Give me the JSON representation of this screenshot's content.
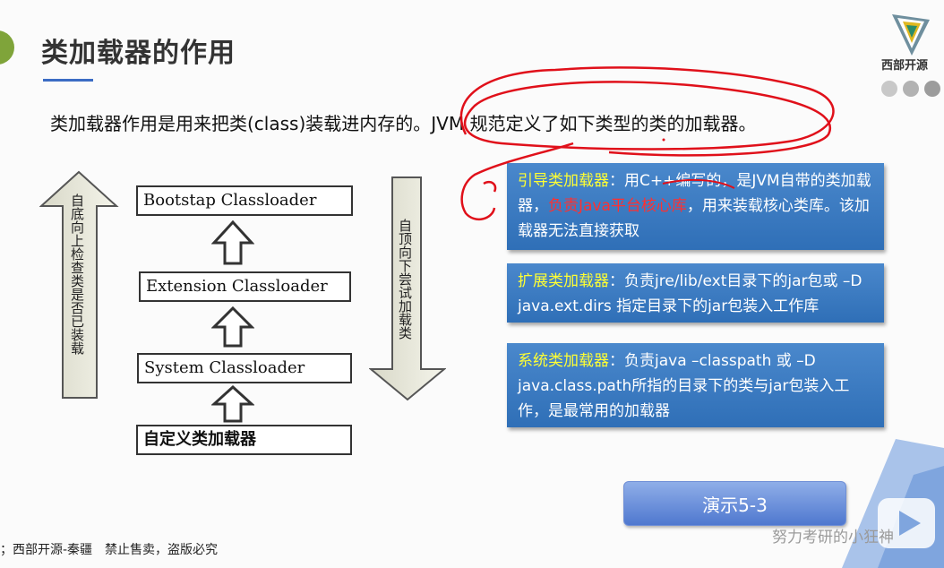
{
  "slide": {
    "title": "类加载器的作用",
    "logo_text": "西部开源",
    "intro": "类加载器作用是用来把类(class)装载进内存的。JVM 规范定义了如下类型的类的加载器。",
    "diagram": {
      "left_arrow_text": "自底向上检查类是否已装载",
      "right_arrow_text": "自顶向下尝试加载类",
      "loaders": [
        "Bootstap Classloader",
        "Extension Classloader",
        "System Classloader",
        "自定义类加载器"
      ]
    },
    "cards": [
      {
        "label": "引导类加载器",
        "text_before": "：用C++编写的，是JVM自带的类加载器，",
        "highlight": "负责Java平台核心库",
        "text_after": "，用来装载核心类库。该加载器无法直接获取"
      },
      {
        "label": "扩展类加载器",
        "text": "：负责jre/lib/ext目录下的jar包或 –D java.ext.dirs 指定目录下的jar包装入工作库"
      },
      {
        "label": "系统类加载器",
        "text": "：负责java –classpath 或 –D java.class.path所指的目录下的类与jar包装入工作，是最常用的加载器"
      }
    ],
    "demo_button": "演示5-3",
    "footer": "；西部开源-秦疆　禁止售卖，盗版必究",
    "watermark": "努力考研的小狂神"
  },
  "colors": {
    "card_blue": "#3a7bc2",
    "label_yellow": "#ffff33",
    "highlight_red": "#ff3030",
    "annotation_red": "#e0101a",
    "title_underline": "#3b6cc4"
  }
}
